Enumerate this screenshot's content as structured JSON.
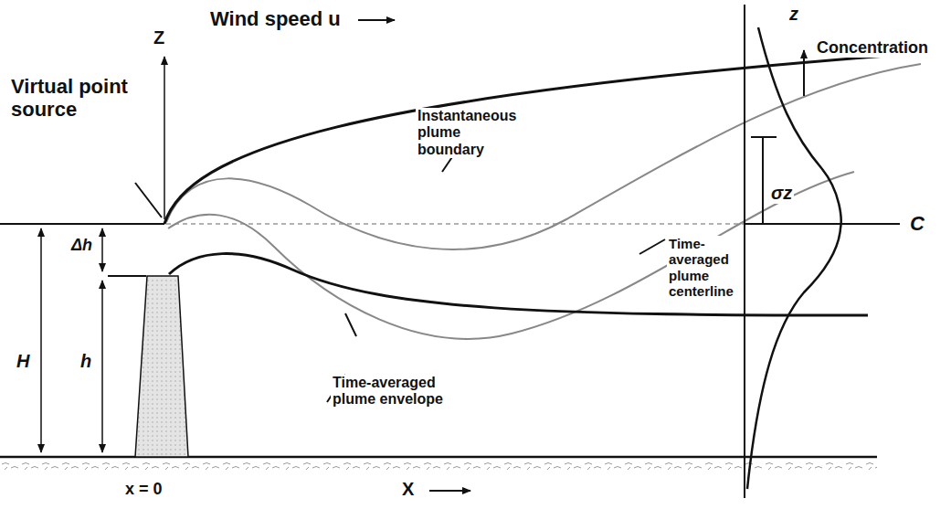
{
  "diagram": {
    "labels": [
      "Z",
      "Wind speed u",
      "Virtual point source",
      "Δh",
      "H",
      "h",
      "x = 0",
      "X",
      "Instantaneous plume boundary",
      "Time-averaged plume centerline",
      "Time-averaged plume envelope",
      "z",
      "Concentration",
      "σz",
      "C"
    ]
  }
}
